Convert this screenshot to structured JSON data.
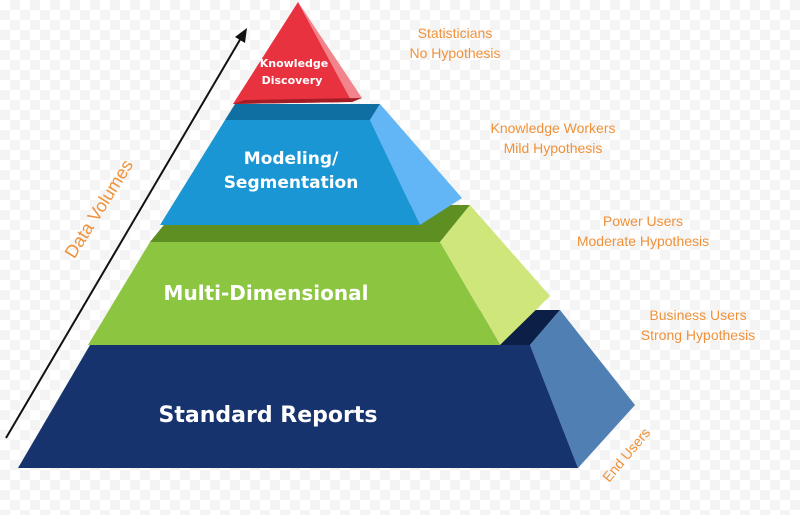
{
  "axis": {
    "label": "Data Volumes"
  },
  "tiers": [
    {
      "label_lines": [
        "Knowledge",
        "Discovery"
      ],
      "front_color": "#e8323f",
      "side_color": "#f2858c"
    },
    {
      "label_lines": [
        "Modeling/",
        "Segmentation"
      ],
      "front_color": "#1a96d4",
      "side_color": "#62b6f5"
    },
    {
      "label_lines": [
        "Multi-Dimensional"
      ],
      "front_color": "#8cc540",
      "side_color": "#cfe67a"
    },
    {
      "label_lines": [
        "Standard Reports"
      ],
      "front_color": "#17336e",
      "side_color": "#4f7fb3"
    }
  ],
  "user_groups": [
    {
      "line1": "Statisticians",
      "line2": "No Hypothesis"
    },
    {
      "line1": "Knowledge Workers",
      "line2": "Mild Hypothesis"
    },
    {
      "line1": "Power Users",
      "line2": "Moderate Hypothesis"
    },
    {
      "line1": "Business Users",
      "line2": "Strong Hypothesis"
    }
  ],
  "end_users_label": "End Users",
  "colors": {
    "user_text": "#f0913a",
    "arrow": "#111111"
  }
}
